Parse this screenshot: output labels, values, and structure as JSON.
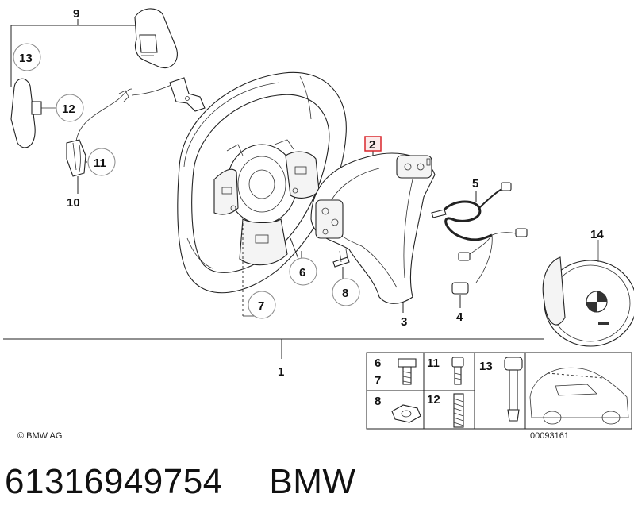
{
  "callouts": {
    "n1": "1",
    "n2": "2",
    "n3": "3",
    "n4": "4",
    "n5": "5",
    "n6": "6",
    "n7": "7",
    "n8": "8",
    "n9": "9",
    "n10": "10",
    "n11": "11",
    "n12": "12",
    "n13": "13",
    "n14": "14"
  },
  "legend": {
    "l6": "6",
    "l7": "7",
    "l8": "8",
    "l11": "11",
    "l12": "12",
    "l13": "13"
  },
  "copyright": "© BMW AG",
  "image_code": "00093161",
  "footer": {
    "part_number": "61316949754",
    "brand": "BMW"
  },
  "highlight_color": "#d9262c"
}
